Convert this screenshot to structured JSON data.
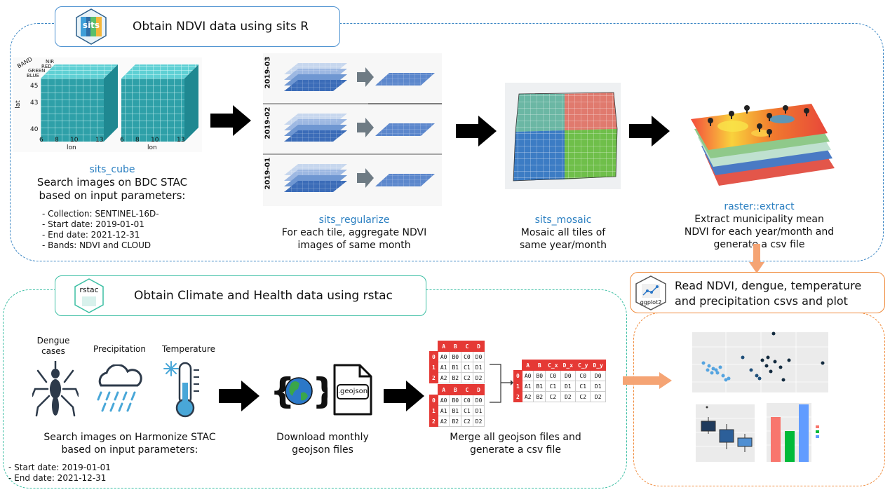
{
  "top_panel": {
    "header": {
      "logo_text": "sits",
      "title": "Obtain NDVI data using sits R"
    },
    "cube_axes": {
      "bands": [
        "BAND",
        "NIR",
        "RED",
        "GREEN",
        "BLUE"
      ],
      "ylabel": "lat",
      "yticks": [
        "45",
        "43",
        "40"
      ],
      "xlabel": "lon",
      "xticks": [
        "6",
        "8",
        "10",
        "13"
      ]
    },
    "cube_step": {
      "title": "sits_cube",
      "desc_lines": [
        "Search images on BDC STAC",
        "based on input parameters:"
      ],
      "bullets": [
        "- Collection: SENTINEL-16D-",
        "- Start date: 2019-01-01",
        "- End date: 2021-12-31",
        "- Bands: NDVI and CLOUD"
      ]
    },
    "regularize_step": {
      "months": [
        "2019-03",
        "2019-02",
        "2019-01"
      ],
      "title": "sits_regularize",
      "desc_lines": [
        "For each tile, aggregate NDVI",
        "images of same month"
      ]
    },
    "mosaic_step": {
      "title": "sits_mosaic",
      "desc_lines": [
        "Mosaic all tiles of",
        "same year/month"
      ]
    },
    "extract_step": {
      "title": "raster::extract",
      "desc_lines": [
        "Extract municipality mean",
        "NDVI for each year/month and",
        "generate a csv file"
      ]
    }
  },
  "bottom_left_panel": {
    "header": {
      "logo_text": "rstac",
      "title": "Obtain Climate and Health data using rstac"
    },
    "icon_labels": {
      "dengue": [
        "Dengue",
        "cases"
      ],
      "precipitation": "Precipitation",
      "temperature": "Temperature"
    },
    "search_step": {
      "desc_lines": [
        "Search images on Harmonize STAC",
        "based on input parameters:"
      ],
      "bullets": [
        "- Start date: 2019-01-01",
        "- End date: 2021-12-31"
      ]
    },
    "download_step": {
      "file_label": ".geojson",
      "desc_lines": [
        "Download monthly",
        "geojson files"
      ]
    },
    "merge_step": {
      "desc_lines": [
        "Merge all geojson files and",
        "generate a csv file"
      ],
      "table_small": {
        "headers": [
          "A",
          "B",
          "C",
          "D"
        ],
        "index": [
          "0",
          "1",
          "2"
        ],
        "rows": [
          [
            "A0",
            "B0",
            "C0",
            "D0"
          ],
          [
            "A1",
            "B1",
            "C1",
            "D1"
          ],
          [
            "A2",
            "B2",
            "C2",
            "D2"
          ]
        ]
      },
      "table_merged": {
        "headers": [
          "A",
          "B",
          "C_x",
          "D_x",
          "C_y",
          "D_y"
        ],
        "index": [
          "0",
          "1",
          "2"
        ],
        "rows": [
          [
            "A0",
            "B0",
            "C0",
            "D0",
            "C0",
            "D0"
          ],
          [
            "A1",
            "B1",
            "C1",
            "D1",
            "C1",
            "D1"
          ],
          [
            "A2",
            "B2",
            "C2",
            "D2",
            "C2",
            "D2"
          ]
        ]
      }
    }
  },
  "bottom_right_panel": {
    "header": {
      "logo_text": "ggplot2",
      "title_lines": [
        "Read NDVI, dengue, temperature",
        "and precipitation csvs and plot"
      ]
    }
  },
  "colors": {
    "top_border": "#3b86c4",
    "bottom_left_border": "#3dbfa4",
    "bottom_right_border": "#f08b3c",
    "link_blue": "#2a7fc1",
    "arrow": "#000000",
    "orange_arrow": "#f5a474",
    "table_red": "#e53935"
  }
}
